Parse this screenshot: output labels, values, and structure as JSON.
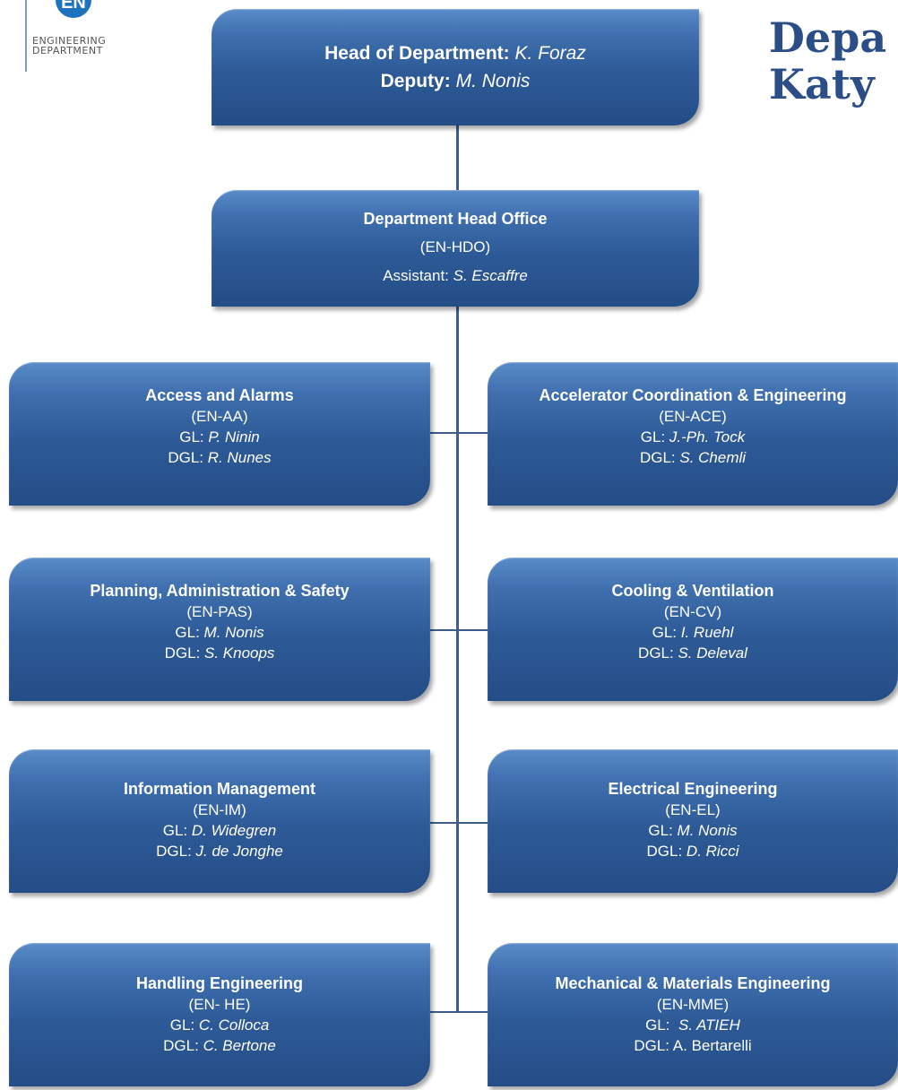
{
  "header": {
    "title_line1": "Depa",
    "title_line2": "Katy",
    "logo_mark": "EN",
    "logo_line1": "ENGINEERING",
    "logo_line2": "DEPARTMENT"
  },
  "head": {
    "head_label": "Head of Department:",
    "head_name": "K. Foraz",
    "deputy_label": "Deputy:",
    "deputy_name": "M. Nonis"
  },
  "office": {
    "name": "Department Head Office",
    "code": "(EN-HDO)",
    "assistant_label": "Assistant:",
    "assistant_name": "S. Escaffre"
  },
  "groups": [
    {
      "name": "Access and Alarms",
      "code": "(EN-AA)",
      "gl_label": "GL:",
      "gl": "P. Ninin",
      "dgl_label": "DGL:",
      "dgl": "R. Nunes"
    },
    {
      "name": "Accelerator Coordination & Engineering",
      "code": "(EN-ACE)",
      "gl_label": "GL:",
      "gl": "J.-Ph. Tock",
      "dgl_label": "DGL:",
      "dgl": "S. Chemli"
    },
    {
      "name": "Planning, Administration & Safety",
      "code": "(EN-PAS)",
      "gl_label": "GL:",
      "gl": "M. Nonis",
      "dgl_label": "DGL:",
      "dgl": "S. Knoops"
    },
    {
      "name": "Cooling & Ventilation",
      "code": "(EN-CV)",
      "gl_label": "GL:",
      "gl": "I. Ruehl",
      "dgl_label": "DGL:",
      "dgl": "S. Deleval"
    },
    {
      "name": "Information Management",
      "code": "(EN-IM)",
      "gl_label": "GL:",
      "gl": "D. Widegren",
      "dgl_label": "DGL:",
      "dgl": "J. de Jonghe"
    },
    {
      "name": "Electrical Engineering",
      "code": "(EN-EL)",
      "gl_label": "GL:",
      "gl": "M. Nonis",
      "dgl_label": "DGL:",
      "dgl": "D. Ricci"
    },
    {
      "name": "Handling Engineering",
      "code": "(EN- HE)",
      "gl_label": "GL:",
      "gl": "C. Colloca",
      "dgl_label": "DGL:",
      "dgl": "C. Bertone"
    },
    {
      "name": "Mechanical & Materials Engineering",
      "code": "(EN-MME)",
      "gl_label": "GL:",
      "gl": "S. ATIEH",
      "dgl_label": "DGL: A. Bertarelli",
      "dgl": ""
    }
  ]
}
